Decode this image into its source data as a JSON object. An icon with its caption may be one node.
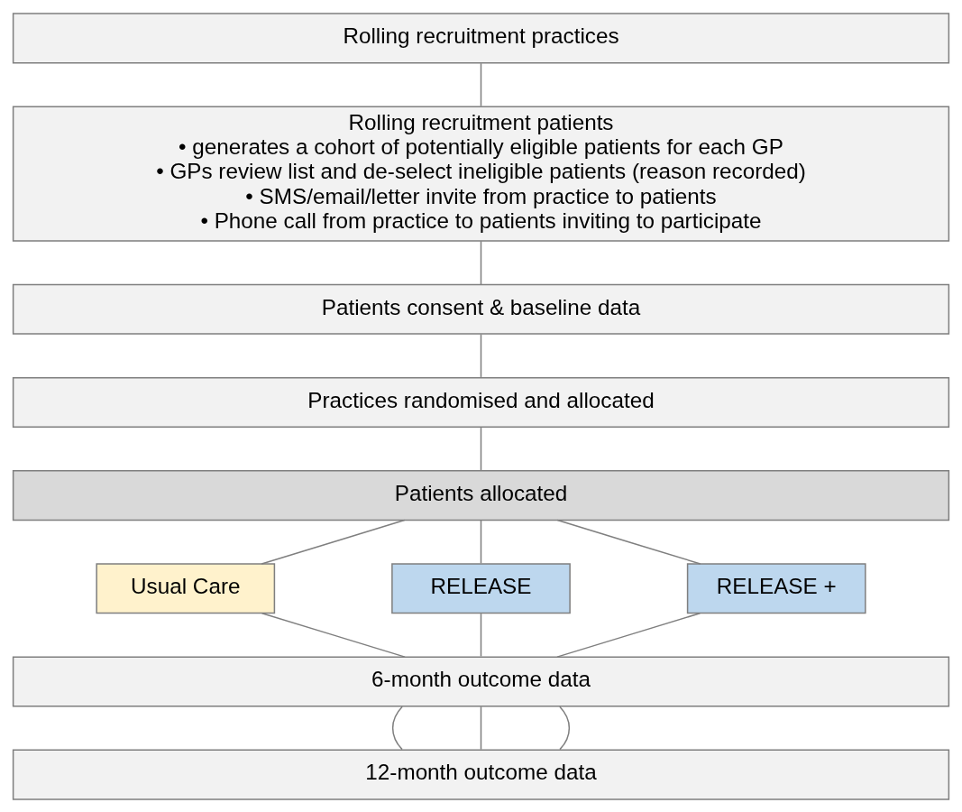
{
  "diagram": {
    "nodes": [
      {
        "text": [
          "Rolling recruitment practices"
        ]
      },
      {
        "text": [
          "Rolling recruitment patients",
          "• generates a cohort of potentially eligible patients for each GP",
          "• GPs review list and de-select ineligible patients (reason recorded)",
          "• SMS/email/letter invite from practice to patients",
          "• Phone call from practice to patients inviting to participate"
        ]
      },
      {
        "text": [
          "Patients consent & baseline data"
        ]
      },
      {
        "text": [
          "Practices randomised and allocated"
        ]
      },
      {
        "text": [
          "Patients allocated"
        ]
      },
      {
        "text": [
          "Usual Care"
        ]
      },
      {
        "text": [
          "RELEASE"
        ]
      },
      {
        "text": [
          "RELEASE +"
        ]
      },
      {
        "text": [
          "6-month outcome data"
        ]
      },
      {
        "text": [
          "12-month outcome data"
        ]
      }
    ],
    "edges": [
      {
        "from": 0,
        "to": 1,
        "arrow": "none"
      },
      {
        "from": 1,
        "to": 2,
        "arrow": "none"
      },
      {
        "from": 2,
        "to": 3,
        "arrow": "none"
      },
      {
        "from": 3,
        "to": 4,
        "arrow": "none"
      },
      {
        "from": 4,
        "to": 5,
        "arrow": "none"
      },
      {
        "from": 4,
        "to": 6,
        "arrow": "none"
      },
      {
        "from": 4,
        "to": 7,
        "arrow": "none"
      },
      {
        "from": 5,
        "to": 8,
        "arrow": "none"
      },
      {
        "from": 6,
        "to": 8,
        "arrow": "none"
      },
      {
        "from": 7,
        "to": 8,
        "arrow": "none"
      },
      {
        "from": 8,
        "to": 9,
        "arrow": "none"
      },
      {
        "from": 8,
        "to": 9,
        "arrow": "none"
      },
      {
        "from": 8,
        "to": 9,
        "arrow": "none"
      }
    ]
  }
}
